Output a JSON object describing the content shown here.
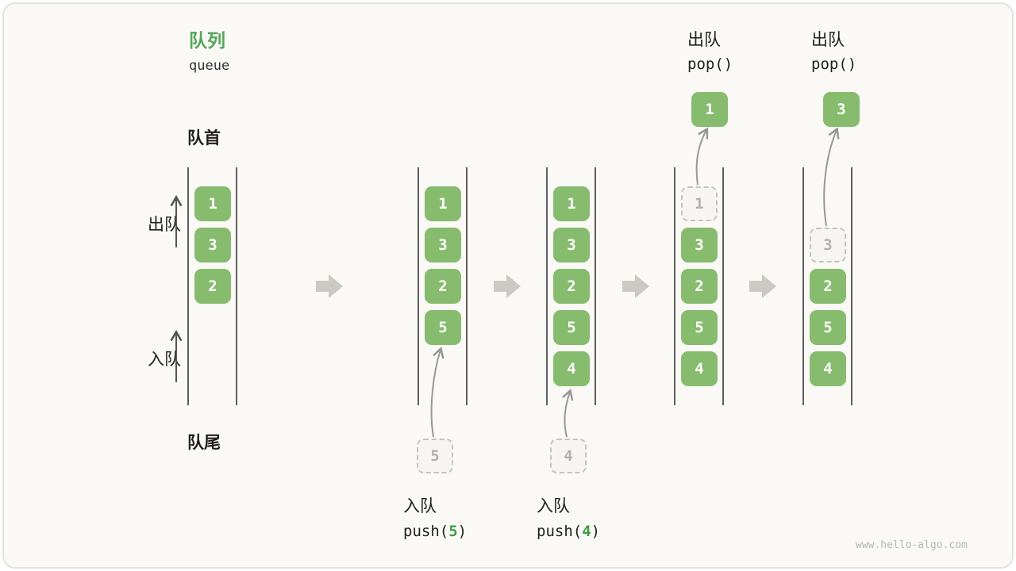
{
  "title": {
    "zh": "队列",
    "en": "queue"
  },
  "labels": {
    "front": "队首",
    "rear": "队尾",
    "dequeue": "出队",
    "enqueue": "入队"
  },
  "ops": {
    "push5": {
      "label": "入队",
      "fn": "push(",
      "arg": "5",
      "close": ")"
    },
    "push4": {
      "label": "入队",
      "fn": "push(",
      "arg": "4",
      "close": ")"
    },
    "pop1": {
      "label": "出队",
      "code": "pop()"
    },
    "pop2": {
      "label": "出队",
      "code": "pop()"
    }
  },
  "states": {
    "s1": {
      "items": [
        "1",
        "3",
        "2"
      ]
    },
    "s2": {
      "items": [
        "1",
        "3",
        "2",
        "5"
      ],
      "pending": "5"
    },
    "s3": {
      "items": [
        "1",
        "3",
        "2",
        "5",
        "4"
      ],
      "pending": "4"
    },
    "s4": {
      "ghost": "1",
      "items": [
        "3",
        "2",
        "5",
        "4"
      ],
      "popped": "1"
    },
    "s5": {
      "ghost": "3",
      "items": [
        "2",
        "5",
        "4"
      ],
      "popped": "3"
    }
  },
  "watermark": "www.hello-algo.com",
  "colors": {
    "green": "#87BB6E",
    "title_green": "#55A55A",
    "ghost_gray": "#B3B1AD",
    "block_arrow_gray": "#CBC9C4"
  }
}
